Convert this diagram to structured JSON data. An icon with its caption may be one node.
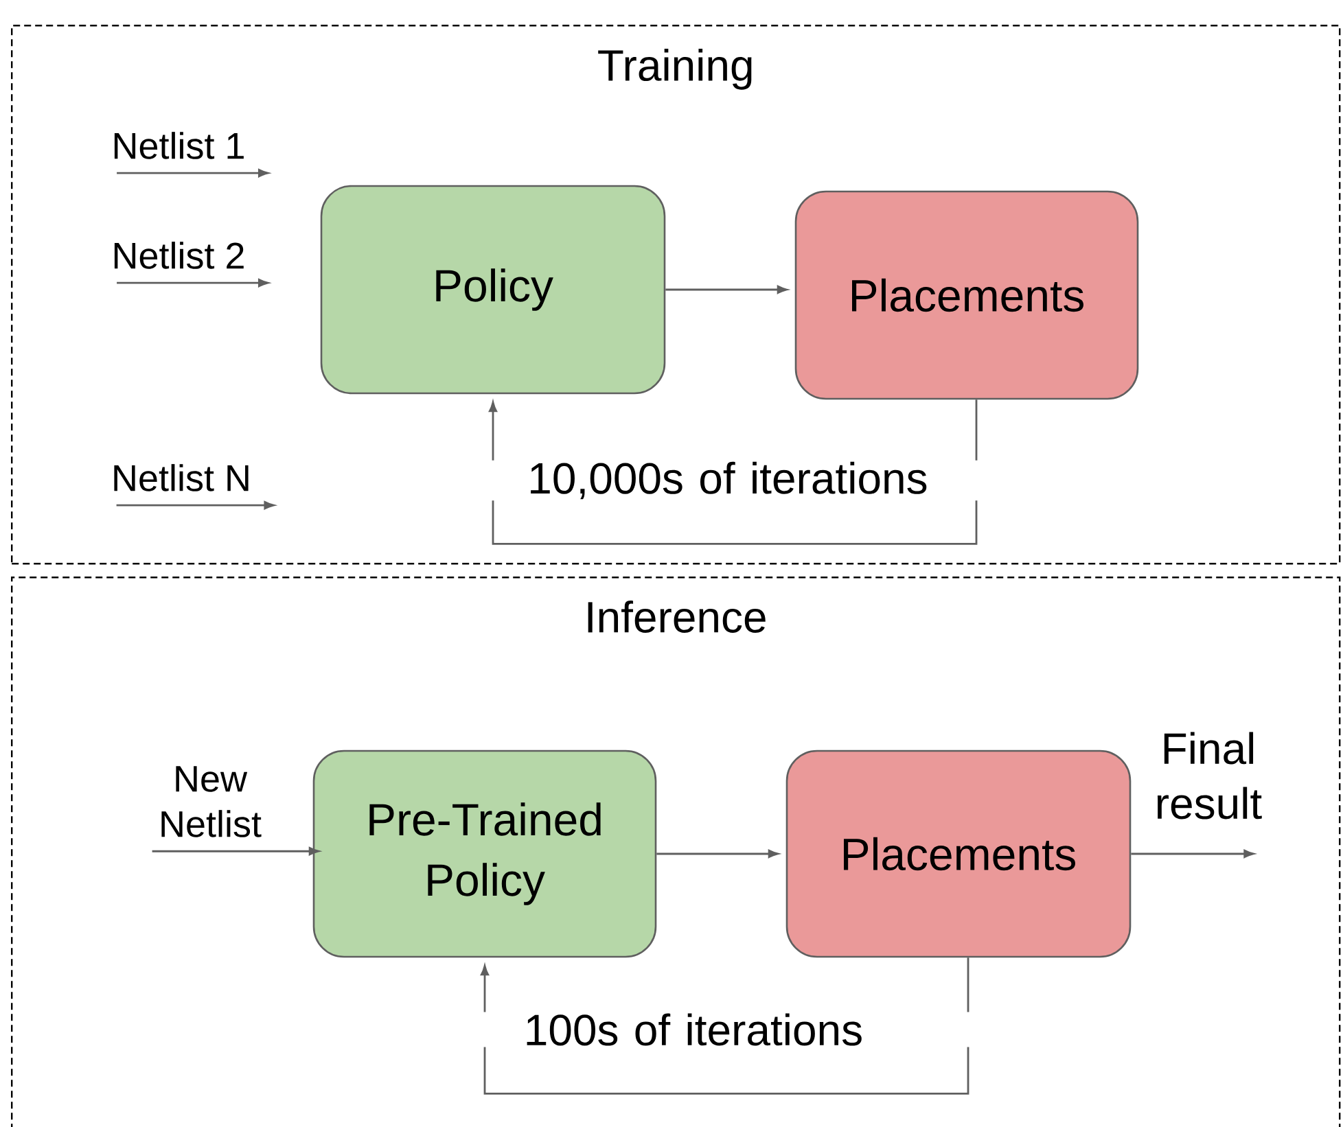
{
  "diagram": {
    "nodes": [
      {
        "text": [
          "Training"
        ]
      },
      {
        "text": [
          "Netlist 1"
        ],
        "in": 0
      },
      {
        "text": [
          "Netlist 2"
        ],
        "in": 0
      },
      {
        "text": [
          "Netlist N"
        ],
        "in": 0
      },
      {
        "text": [
          "Policy"
        ],
        "in": 0
      },
      {
        "text": [
          "Placements"
        ],
        "in": 0
      },
      {
        "text": [
          "Inference"
        ]
      },
      {
        "text": [
          "New Netlist"
        ],
        "in": 6
      },
      {
        "text": [
          "Pre-Trained Policy"
        ],
        "in": 6
      },
      {
        "text": [
          "Placements"
        ],
        "in": 6
      }
    ],
    "edges": [
      {
        "from": 1,
        "to": null,
        "arrow": "to"
      },
      {
        "from": 2,
        "to": null,
        "arrow": "to"
      },
      {
        "from": 3,
        "to": null,
        "arrow": "to"
      },
      {
        "from": 4,
        "to": 5,
        "arrow": "to"
      },
      {
        "from": 5,
        "to": 4,
        "arrow": "to",
        "label": "10,000s of iterations"
      },
      {
        "from": 7,
        "to": 8,
        "arrow": "to"
      },
      {
        "from": 8,
        "to": 9,
        "arrow": "to"
      },
      {
        "from": 9,
        "to": null,
        "arrow": "to",
        "label": "Final result"
      },
      {
        "from": 9,
        "to": 8,
        "arrow": "to",
        "label": "100s of iterations"
      }
    ]
  }
}
